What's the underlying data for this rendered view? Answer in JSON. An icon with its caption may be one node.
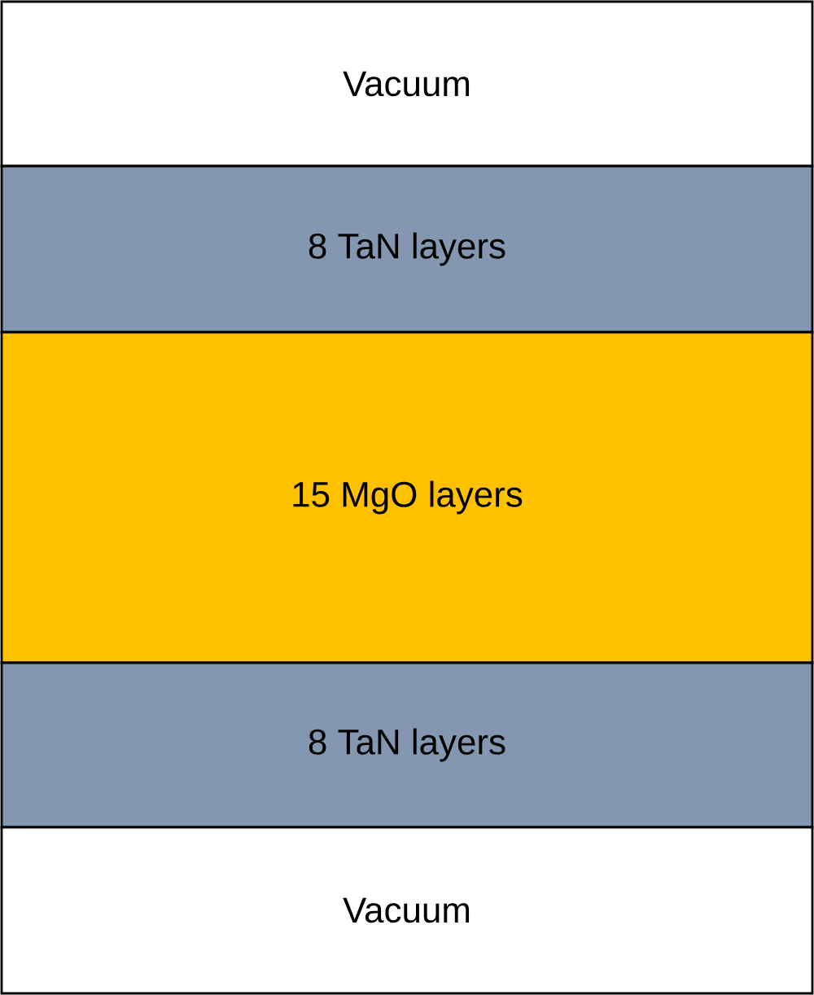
{
  "diagram": {
    "nodes": [
      {
        "text": [
          "Vacuum"
        ]
      },
      {
        "text": [
          "8 TaN layers"
        ]
      },
      {
        "text": [
          "15 MgO layers"
        ]
      },
      {
        "text": [
          "8 TaN layers"
        ]
      },
      {
        "text": [
          "Vacuum"
        ]
      }
    ]
  }
}
